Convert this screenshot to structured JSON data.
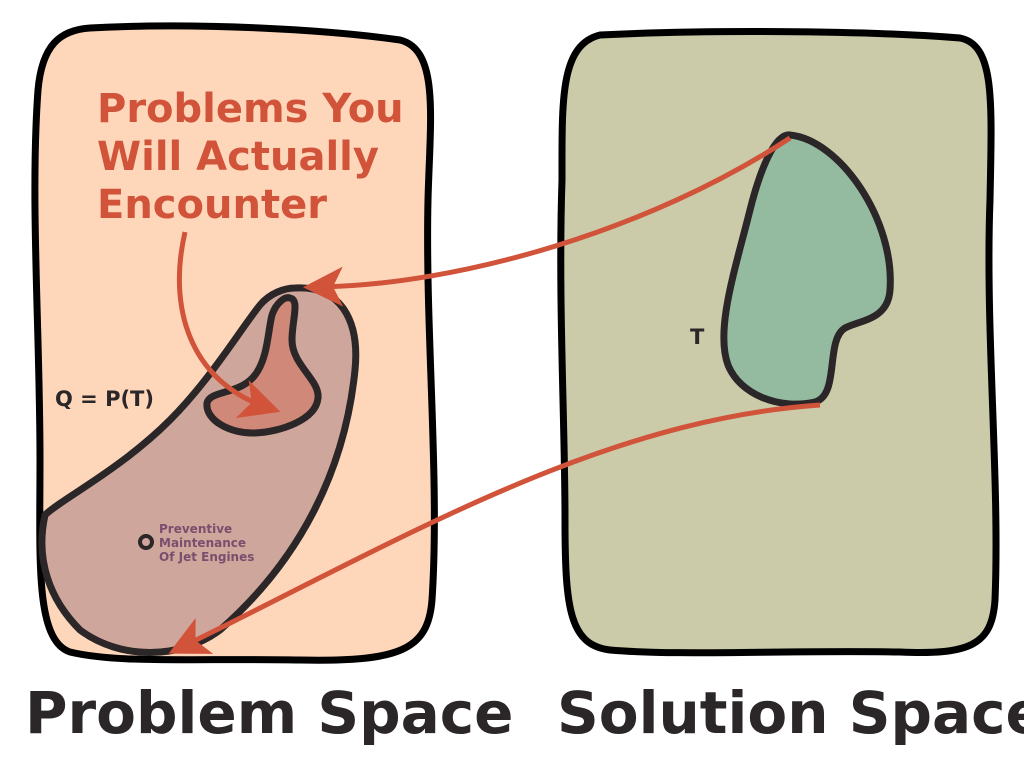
{
  "callout": {
    "line1": "Problems You",
    "line2": "Will Actually",
    "line3": "Encounter"
  },
  "labels": {
    "q_equals": "Q = P(T)",
    "t": "T",
    "point_line1": "Preventive",
    "point_line2": "Maintenance",
    "point_line3": "Of Jet Engines"
  },
  "titles": {
    "problem_space": "Problem Space",
    "solution_space": "Solution Space"
  },
  "colors": {
    "problem_bg": "#FED7BB",
    "solution_bg": "#CBCAA9",
    "range_blob": "#CFA69B",
    "encountered_blob": "#D08878",
    "teal_blob": "#94BBA0",
    "arrow": "#D0533A",
    "outline": "#2B2628",
    "point_text": "#7A4E6E"
  }
}
